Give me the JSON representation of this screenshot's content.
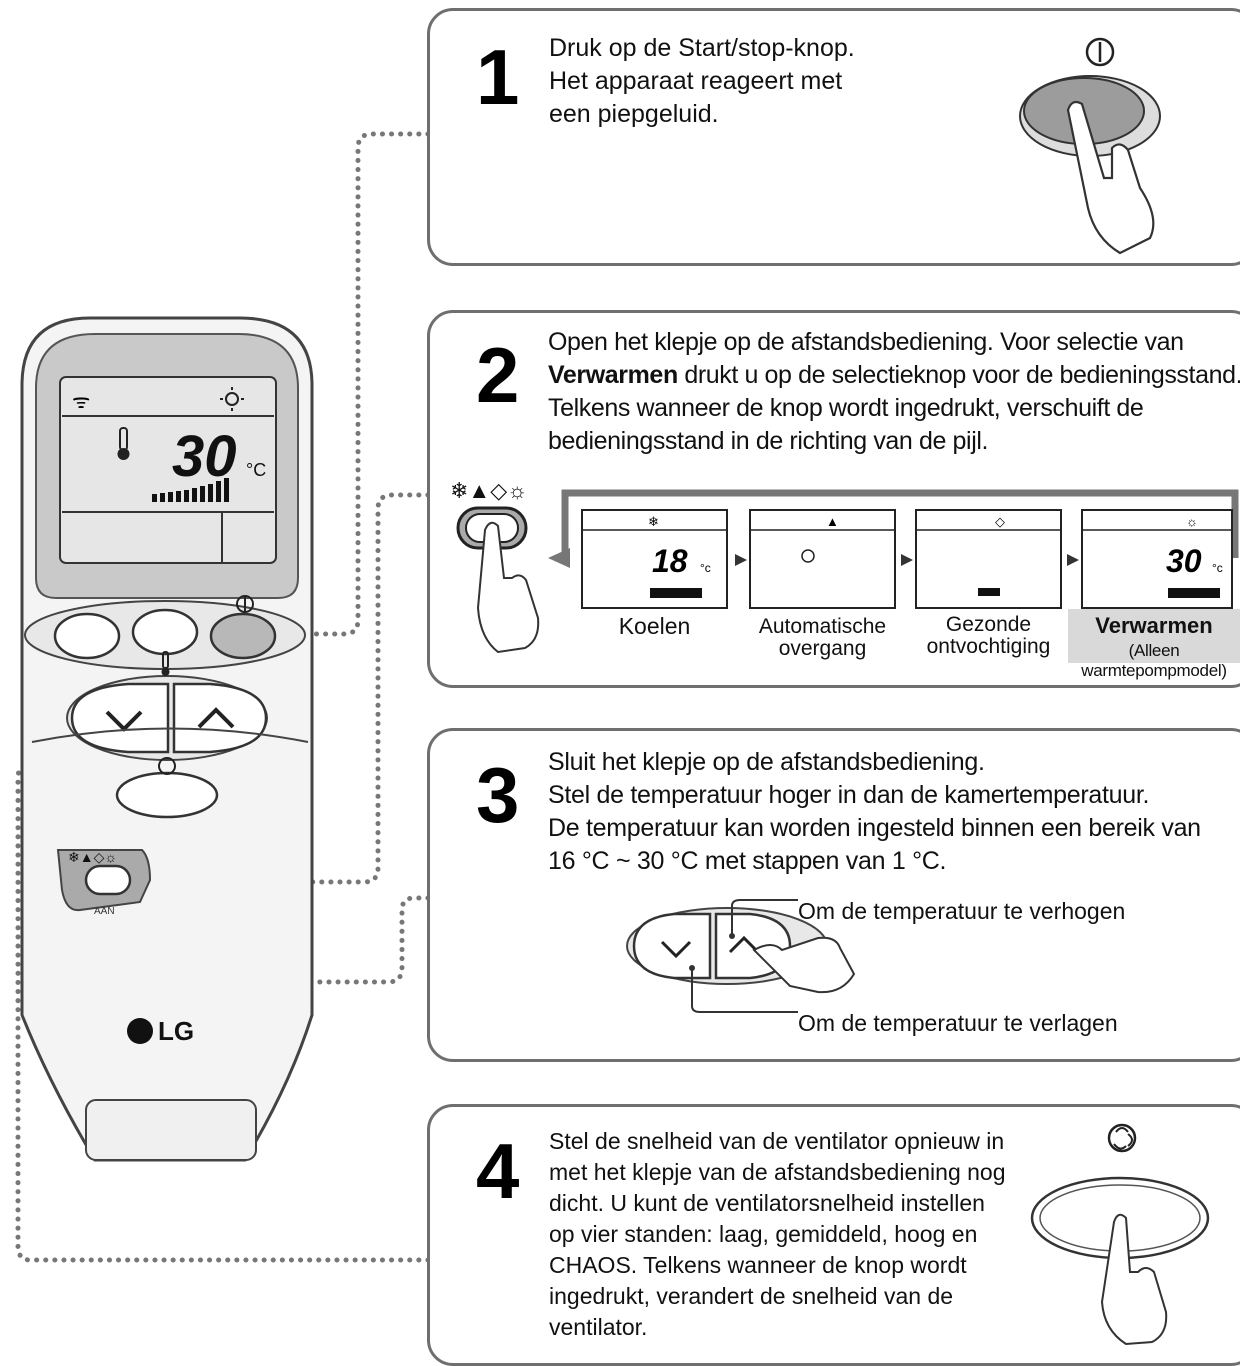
{
  "steps": [
    {
      "number": "1",
      "text": "Druk op de Start/stop-knop.\nHet apparaat reageert met\neen piepgeluid."
    },
    {
      "number": "2",
      "bold": "Verwarmen",
      "text_a": "Open het klepje op de afstandsbediening. Voor selectie van",
      "text_b": "drukt u op de selectieknop voor de bedieningsstand.",
      "text_c": "Telkens wanneer de knop wordt ingedrukt, verschuift de",
      "text_d": "bedieningsstand in de richting van de pijl."
    },
    {
      "number": "3",
      "text": "Sluit het klepje op de afstandsbediening.\nStel de temperatuur hoger in dan de kamertemperatuur.\nDe temperatuur kan worden ingesteld binnen een bereik van\n16 °C ~ 30 °C met stappen van 1 °C."
    },
    {
      "number": "4",
      "text": "Stel de snelheid van de ventilator opnieuw in\nmet het klepje van de afstandsbediening nog\ndicht. U kunt de ventilatorsnelheid instellen\nop vier standen: laag, gemiddeld, hoog en\nCHAOS. Telkens wanneer de knop wordt\ningedrukt, verandert de snelheid van de\nventilator."
    }
  ],
  "modes": {
    "cool": "Koelen",
    "auto_1": "Automatische",
    "auto_2": "overgang",
    "dry_1": "Gezonde",
    "dry_2": "ontvochtiging",
    "heat": "Verwarmen",
    "heat_note": "(Alleen warmtepompmodel)"
  },
  "callouts": {
    "up": "Om de temperatuur te verhogen",
    "down": "Om de temperatuur te verlagen"
  },
  "remote": {
    "display_temp": "30",
    "display_unit": "°C",
    "lcd_temp_cool": "18",
    "lcd_temp_heat": "30",
    "door_label": "AAN",
    "brand": "LG"
  }
}
